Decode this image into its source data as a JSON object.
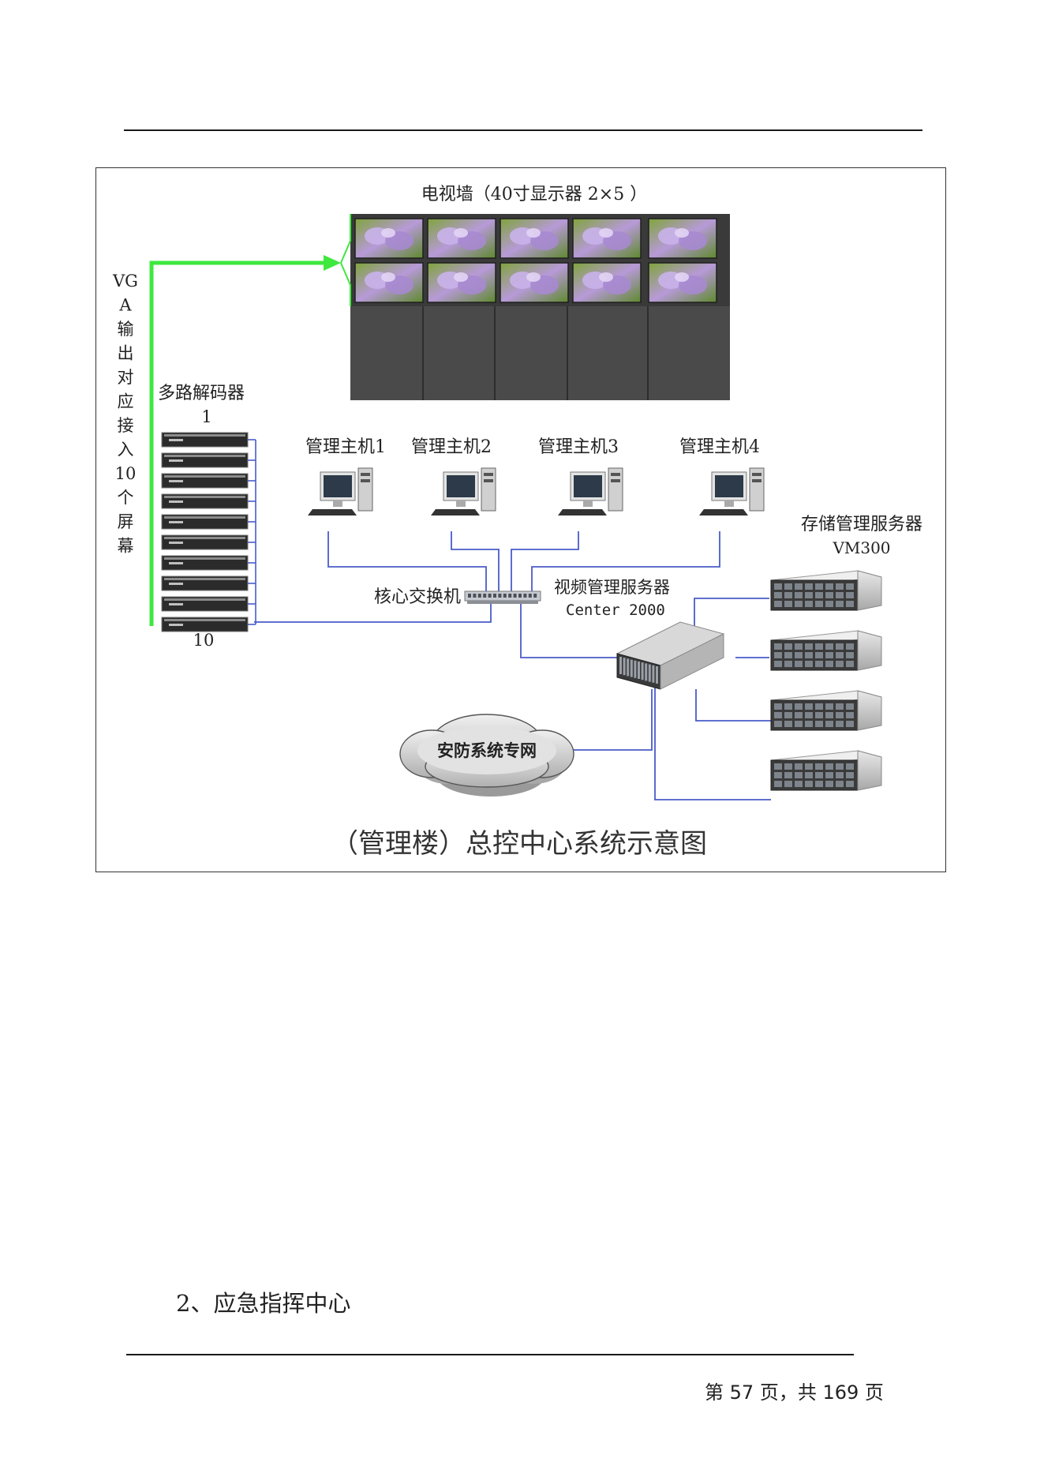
{
  "diagram": {
    "video_wall_label": "电视墙（40寸显示器 2×5 ）",
    "vga_label_lines": [
      "VG",
      "A",
      "输",
      "出",
      "对",
      "应",
      "接",
      "入",
      "10",
      "个",
      "屏",
      "幕"
    ],
    "decoder_label": "多路解码器",
    "decoder_first": "1",
    "decoder_last": "10",
    "hosts": [
      "管理主机1",
      "管理主机2",
      "管理主机3",
      "管理主机4"
    ],
    "core_switch_label": "核心交换机",
    "video_server_label": "视频管理服务器",
    "video_server_model": "Center 2000",
    "storage_server_label": "存储管理服务器",
    "storage_server_model": "VM300",
    "cloud_label": "安防系统专网",
    "caption": "（管理楼）总控中心系统示意图"
  },
  "section_heading": "2、应急指挥中心",
  "footer": {
    "prefix": "第 ",
    "page": "57",
    "middle": " 页，共 ",
    "total": "169",
    "suffix": " 页"
  },
  "colors": {
    "vga_arrow": "#3ee83e",
    "network_line": "#4a5cc8",
    "wall_frame": "#3a3a3a",
    "wall_lower": "#4a4a4a"
  }
}
